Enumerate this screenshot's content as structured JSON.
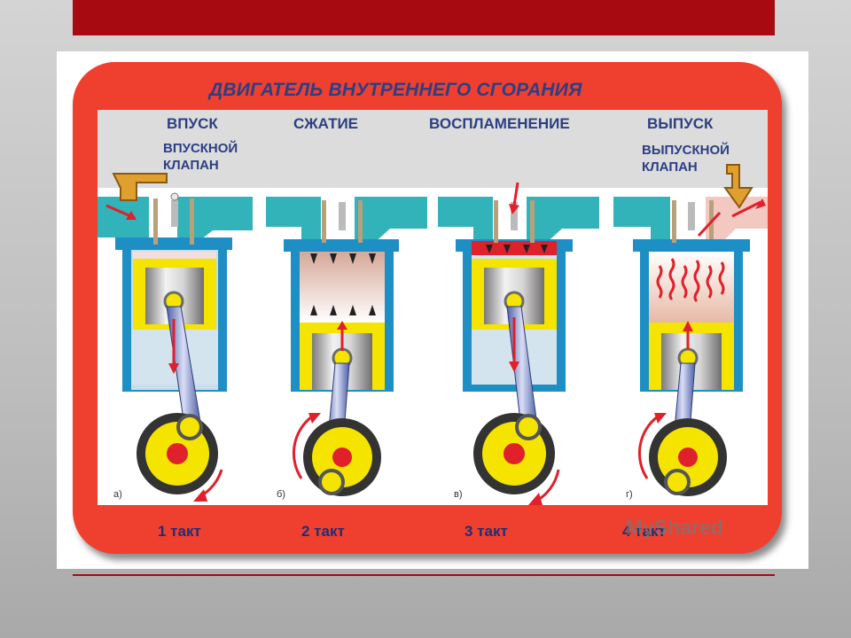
{
  "title": "ДВИГАТЕЛЬ ВНУТРЕННЕГО СГОРАНИЯ",
  "strokes": [
    {
      "phase": "ВПУСК",
      "valve_label": "ВПУСКНОЙ КЛАПАН",
      "letter": "а)",
      "takt": "1 такт"
    },
    {
      "phase": "СЖАТИЕ",
      "valve_label": "",
      "letter": "б)",
      "takt": "2 такт"
    },
    {
      "phase": "ВОСПЛАМЕНЕНИЕ",
      "valve_label": "",
      "letter": "в)",
      "takt": "3 такт"
    },
    {
      "phase": "ВЫПУСК",
      "valve_label": "ВЫПУСКНОЙ КЛАПАН",
      "letter": "г)",
      "takt": "4 такт"
    }
  ],
  "watermark": "MyShared",
  "colors": {
    "frame": "#ef3f2f",
    "accent_bar": "#a80a12",
    "text": "#2b3f83",
    "cylinder": "#1e8fc4",
    "piston": "#f4e400",
    "flame": "#e0202a"
  }
}
